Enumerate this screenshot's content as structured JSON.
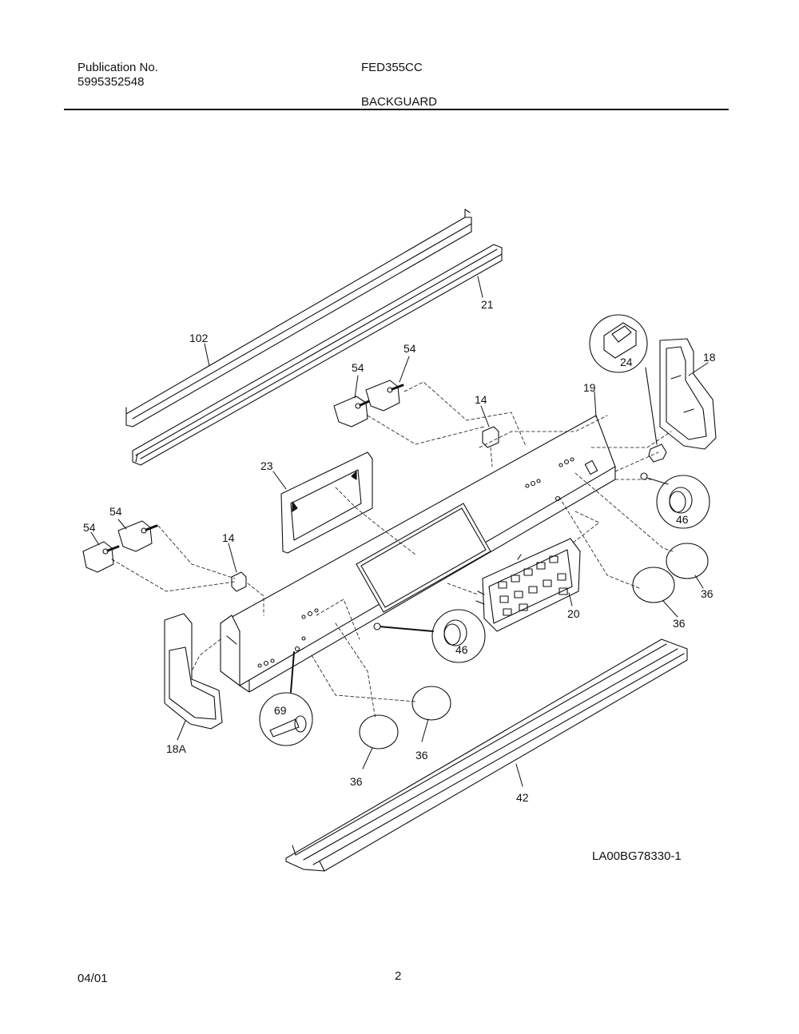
{
  "header": {
    "publication_label": "Publication No.",
    "publication_number": "5995352548",
    "model": "FED355CC",
    "section_title": "BACKGUARD"
  },
  "footer": {
    "date": "04/01",
    "page_number": "2"
  },
  "diagram": {
    "drawing_code": "LA00BG78330-1",
    "callouts": {
      "c102": "102",
      "c21": "21",
      "c18": "18",
      "c24": "24",
      "c19": "19",
      "c54a": "54",
      "c54b": "54",
      "c14a": "14",
      "c23": "23",
      "c46a": "46",
      "c54c": "54",
      "c54d": "54",
      "c14b": "14",
      "c20": "20",
      "c36a": "36",
      "c36b": "36",
      "c46b": "46",
      "c69": "69",
      "c18a": "18A",
      "c36c": "36",
      "c36d": "36",
      "c42": "42"
    }
  }
}
